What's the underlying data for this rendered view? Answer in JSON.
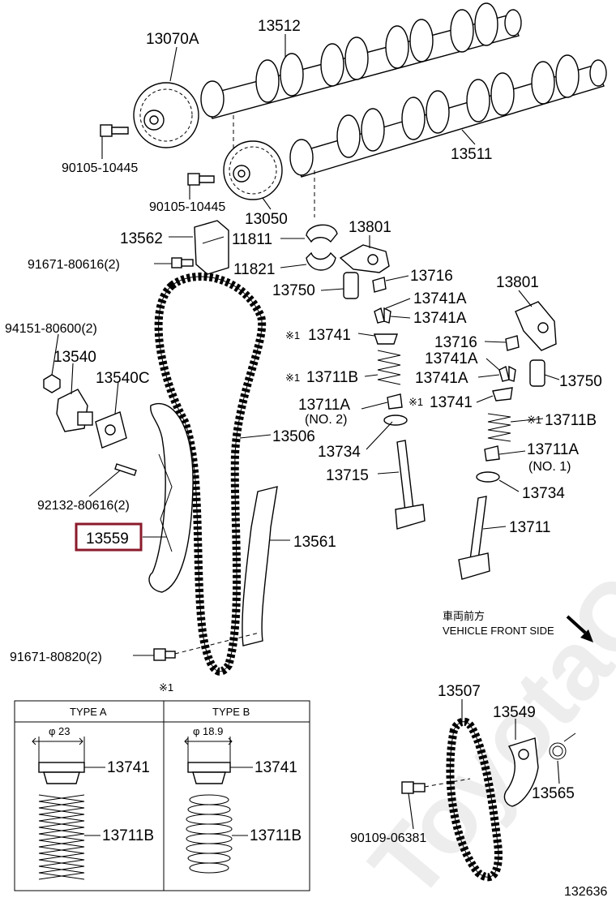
{
  "watermark": "ToyotaCarMine.ru",
  "labels": {
    "p13512": "13512",
    "p13070A": "13070A",
    "p90105a": "90105-10445",
    "p90105b": "90105-10445",
    "p13050": "13050",
    "p13511": "13511",
    "p13562": "13562",
    "p11811": "11811",
    "p13801a": "13801",
    "p91671a": "91671-80616(2)",
    "p11821": "11821",
    "p13716a": "13716",
    "p13750a": "13750",
    "p13741A_1": "13741A",
    "p13741A_2": "13741A",
    "p13801b": "13801",
    "p94151": "94151-80600(2)",
    "p13741a": "13741",
    "p13716b": "13716",
    "p13540": "13540",
    "p13741A_3": "13741A",
    "p13540C": "13540C",
    "p13711B_a": "13711B",
    "p13741A_4": "13741A",
    "p13750b": "13750",
    "p13711A_a": "13711A",
    "p13741b": "13741",
    "no2": "(NO. 2)",
    "p13711B_b": "13711B",
    "p13506": "13506",
    "p13734a": "13734",
    "p13711A_b": "13711A",
    "no1": "(NO. 1)",
    "p13715": "13715",
    "p92132": "92132-80616(2)",
    "p13734b": "13734",
    "p13559": "13559",
    "p13711": "13711",
    "p13561": "13561",
    "p91671b": "91671-80820(2)",
    "p13507": "13507",
    "p13549": "13549",
    "p90109": "90109-06381",
    "p13565": "13565",
    "t13741a": "13741",
    "t13711Ba": "13711B",
    "t13741b": "13741",
    "t13711Bb": "13711B"
  },
  "marks": {
    "ref": "※1",
    "ref_small": "※1"
  },
  "front": {
    "jp": "車両前方",
    "en": "VEHICLE FRONT SIDE"
  },
  "table": {
    "type_a": "TYPE A",
    "type_b": "TYPE B",
    "dia_a": "φ 23",
    "dia_b": "φ 18.9"
  },
  "diagram_code": "132636",
  "highlight_color": "#8b1a2b"
}
